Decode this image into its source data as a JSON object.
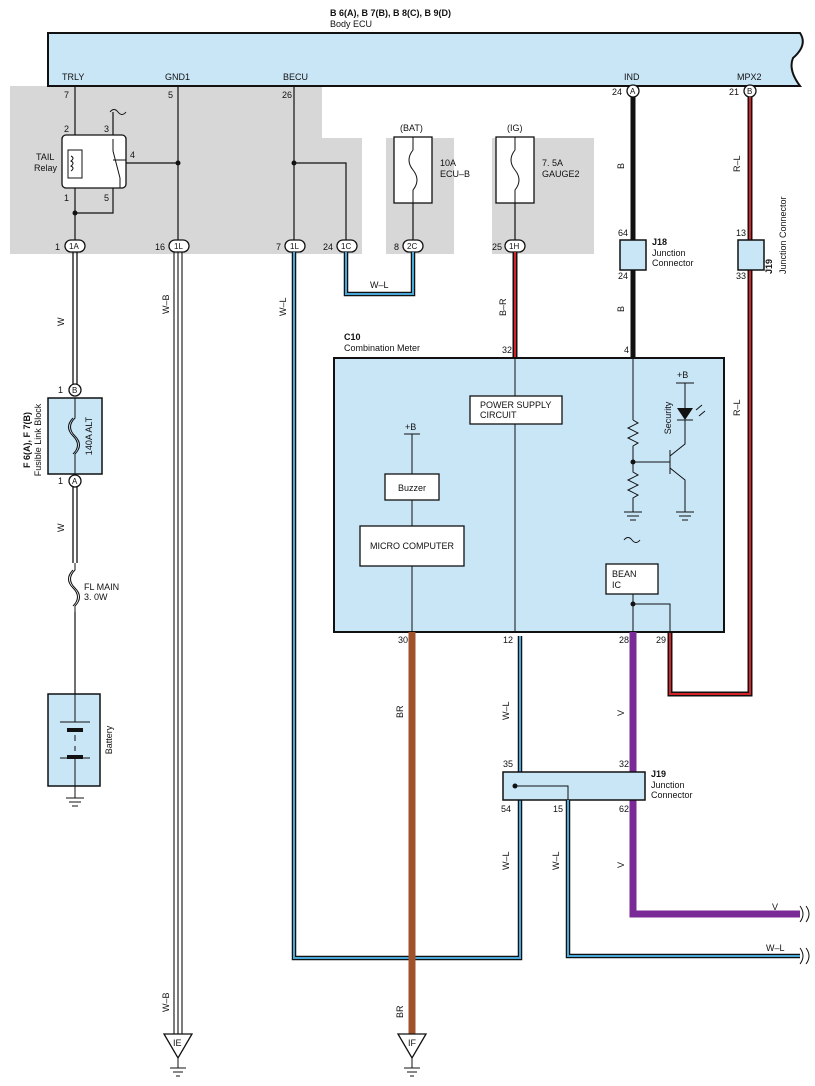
{
  "ecu": {
    "header": "B 6(A), B 7(B), B 8(C), B 9(D)",
    "name": "Body ECU",
    "terminals": [
      "TRLY",
      "GND1",
      "BECU",
      "IND",
      "MPX2"
    ]
  },
  "pins": {
    "trly": "7",
    "gnd1": "5",
    "becu": "26",
    "ind": "24",
    "mpx2": "21",
    "ind_conn": "A",
    "mpx2_conn": "B",
    "relay_2": "2",
    "relay_3": "3",
    "relay_4": "4",
    "relay_1": "1",
    "relay_5": "5",
    "c1a": "1",
    "c1l_gnd": "16",
    "c1l_becu": "7",
    "c1c": "24",
    "c2c": "8",
    "c1h": "25",
    "fl_b": "1",
    "fl_a": "1",
    "j18_in": "64",
    "j18_out": "24",
    "j19a_in": "13",
    "j19a_out": "33",
    "meter_32": "32",
    "meter_4": "4",
    "meter_30": "30",
    "meter_12": "12",
    "meter_28": "28",
    "meter_29": "29",
    "j19_35": "35",
    "j19_32": "32",
    "j19_54": "54",
    "j19_15": "15",
    "j19_62": "62"
  },
  "connectors": {
    "c1a": "1A",
    "c1l_gnd": "1L",
    "c1l_becu": "1L",
    "c1c": "1C",
    "c2c": "2C",
    "c1h": "1H",
    "fl_b": "B",
    "fl_a": "A"
  },
  "relay": {
    "name": "TAIL",
    "sub": "Relay"
  },
  "fuses": {
    "bat": {
      "source": "(BAT)",
      "rating": "10A",
      "name": "ECU–B"
    },
    "ig": {
      "source": "(IG)",
      "rating": "7. 5A",
      "name": "GAUGE2"
    },
    "alt": {
      "name": "140A ALT"
    },
    "fl_main": {
      "name": "FL MAIN",
      "rating": "3. 0W"
    }
  },
  "fusible_link": {
    "code": "F 6(A), F 7(B)",
    "name": "Fusible Link Block"
  },
  "battery": {
    "name": "Battery"
  },
  "j18": {
    "code": "J18",
    "name": "Junction",
    "name2": "Connector"
  },
  "j19_side": {
    "code": "J19",
    "name": "Junction Connector"
  },
  "j19": {
    "code": "J19",
    "name": "Junction",
    "name2": "Connector"
  },
  "meter": {
    "code": "C10",
    "name": "Combination Meter",
    "power": [
      "POWER SUPPLY",
      "CIRCUIT"
    ],
    "plus_b": "+B",
    "plus_b2": "+B",
    "buzzer": "Buzzer",
    "micro": "MICRO COMPUTER",
    "bean": [
      "BEAN",
      "IC"
    ],
    "security": "Security"
  },
  "wires": {
    "w1": "W",
    "w2": "W",
    "wb": "W–B",
    "wb2": "W–B",
    "wl": "W–L",
    "wl_loop": "W–L",
    "br": "B–R",
    "b1": "B",
    "b2": "B",
    "rl1": "R–L",
    "rl2": "R–L",
    "brown1": "BR",
    "brown2": "BR",
    "wl2": "W–L",
    "wl3": "W–L",
    "wl4": "W–L",
    "v1": "V",
    "v2": "V",
    "v_out": "V",
    "wl_out": "W–L"
  },
  "grounds": {
    "ie": "IE",
    "if": "IF"
  },
  "colors": {
    "panel": "#c9e6f7",
    "shade": "#d7d7d7",
    "wire_black": "#111111",
    "wire_red": "#d6232a",
    "wire_blue": "#4aa8d8",
    "wire_brown": "#a0522d",
    "wire_violet": "#7a2a96"
  }
}
